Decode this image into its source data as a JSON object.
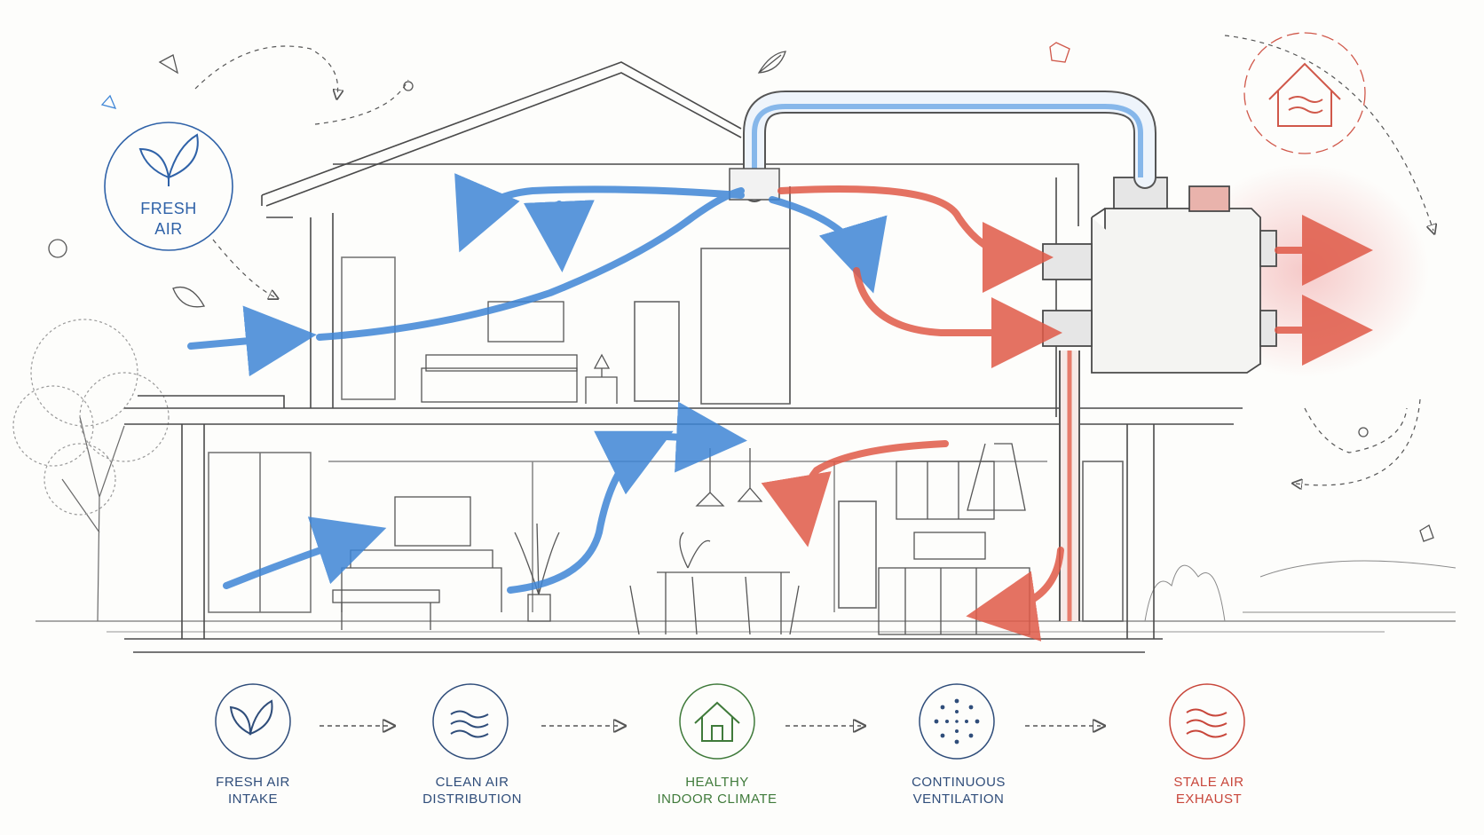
{
  "badge": {
    "label": "FRESH\nAIR",
    "icon": "leaf-icon",
    "color": "#2f62a8"
  },
  "top_right_icon": {
    "icon": "house-waves-icon",
    "color": "#d0584a"
  },
  "colors": {
    "fresh": "#3f86d6",
    "stale": "#e05a48",
    "sketch": "#4a4a4a",
    "healthy": "#3f7a3a",
    "neutral": "#2f4d7a"
  },
  "steps": [
    {
      "label": "FRESH AIR\nINTAKE",
      "icon": "leaf-icon",
      "color": "#2f4d7a"
    },
    {
      "label": "CLEAN AIR\nDISTRIBUTION",
      "icon": "air-waves-icon",
      "color": "#2f4d7a"
    },
    {
      "label": "HEALTHY\nINDOOR CLIMATE",
      "icon": "house-icon",
      "color": "#3f7a3a"
    },
    {
      "label": "CONTINUOUS\nVENTILATION",
      "icon": "dots-ring-icon",
      "color": "#2f4d7a"
    },
    {
      "label": "STALE AIR\nEXHAUST",
      "icon": "exhaust-waves-icon",
      "color": "#c8463a"
    }
  ]
}
